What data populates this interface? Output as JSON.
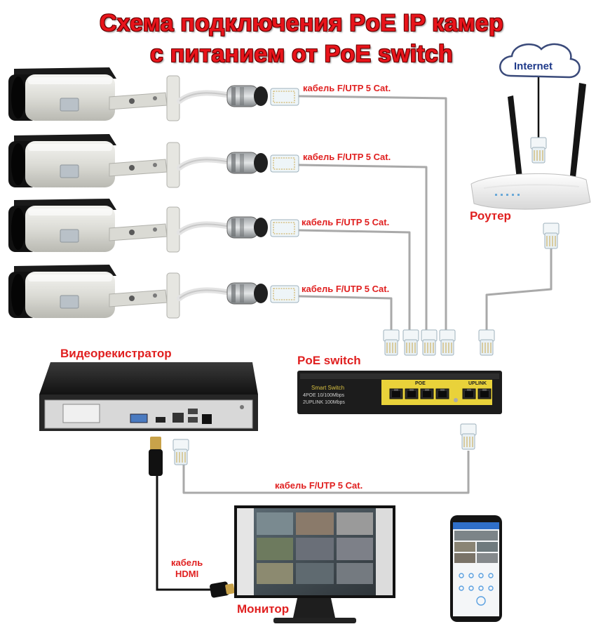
{
  "title": {
    "line1": "Схема подключения PoE IP камер",
    "line2": "с питанием от PoE switch"
  },
  "labels": {
    "cable_1": "кабель F/UTP 5  Cat.",
    "cable_2": "кабель F/UTP 5  Cat.",
    "cable_3": "кабель F/UTP 5  Cat.",
    "cable_4": "кабель F/UTP 5  Cat.",
    "cable_nvr": "кабель F/UTP 5  Cat.",
    "internet": "Internet",
    "router": "Роутер",
    "nvr": "Видеорекистратор",
    "poe_switch": "PoE switch",
    "hdmi_line1": "кабель",
    "hdmi_line2": "HDMI",
    "monitor": "Монитор"
  },
  "switch_panel": {
    "brand": "Smart Switch",
    "spec1": "4POE 10/100Mbps",
    "spec2": "2UPLINK 100Mbps",
    "poe_group": "POE",
    "uplink_group": "UPLINK"
  },
  "colors": {
    "title": "#e8141b",
    "label": "#e02020",
    "cable": "#a9a9a9",
    "hdmi_cable": "#111111",
    "switch_yellow": "#e9d23a"
  }
}
